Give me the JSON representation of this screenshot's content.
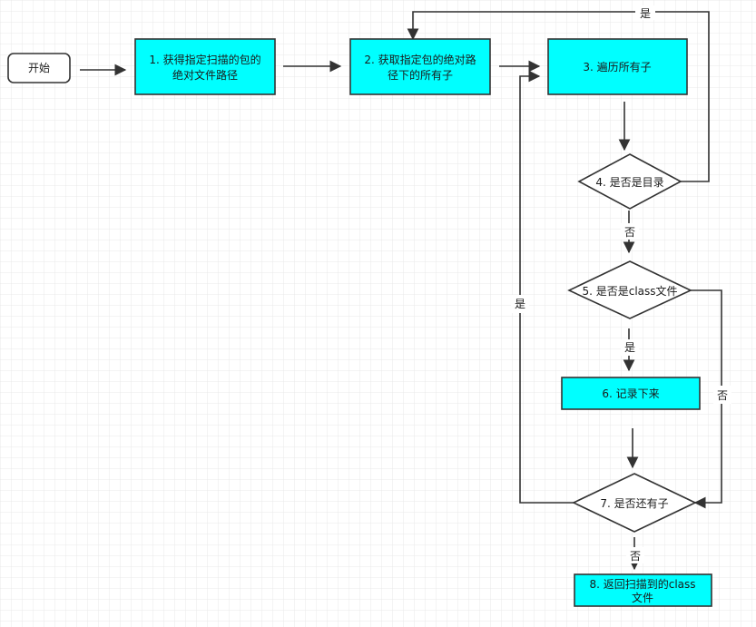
{
  "colors": {
    "process_fill": "#00FFFF",
    "stroke": "#333333",
    "grid": "#e6e6e6"
  },
  "nodes": {
    "start": {
      "label": "开始"
    },
    "n1": {
      "line1": "1. 获得指定扫描的包的",
      "line2": "绝对文件路径"
    },
    "n2": {
      "line1": "2. 获取指定包的绝对路",
      "line2": "径下的所有子"
    },
    "n3": {
      "label": "3. 遍历所有子"
    },
    "d4": {
      "label": "4. 是否是目录"
    },
    "d5": {
      "label": "5. 是否是class文件"
    },
    "n6": {
      "label": "6. 记录下来"
    },
    "d7": {
      "label": "7. 是否还有子"
    },
    "n8": {
      "line1": "8. 返回扫描到的class",
      "line2": "文件"
    }
  },
  "edges": {
    "d4_yes": "是",
    "d4_no": "否",
    "d5_yes": "是",
    "d5_no": "否",
    "d7_yes": "是",
    "d7_no": "否"
  }
}
